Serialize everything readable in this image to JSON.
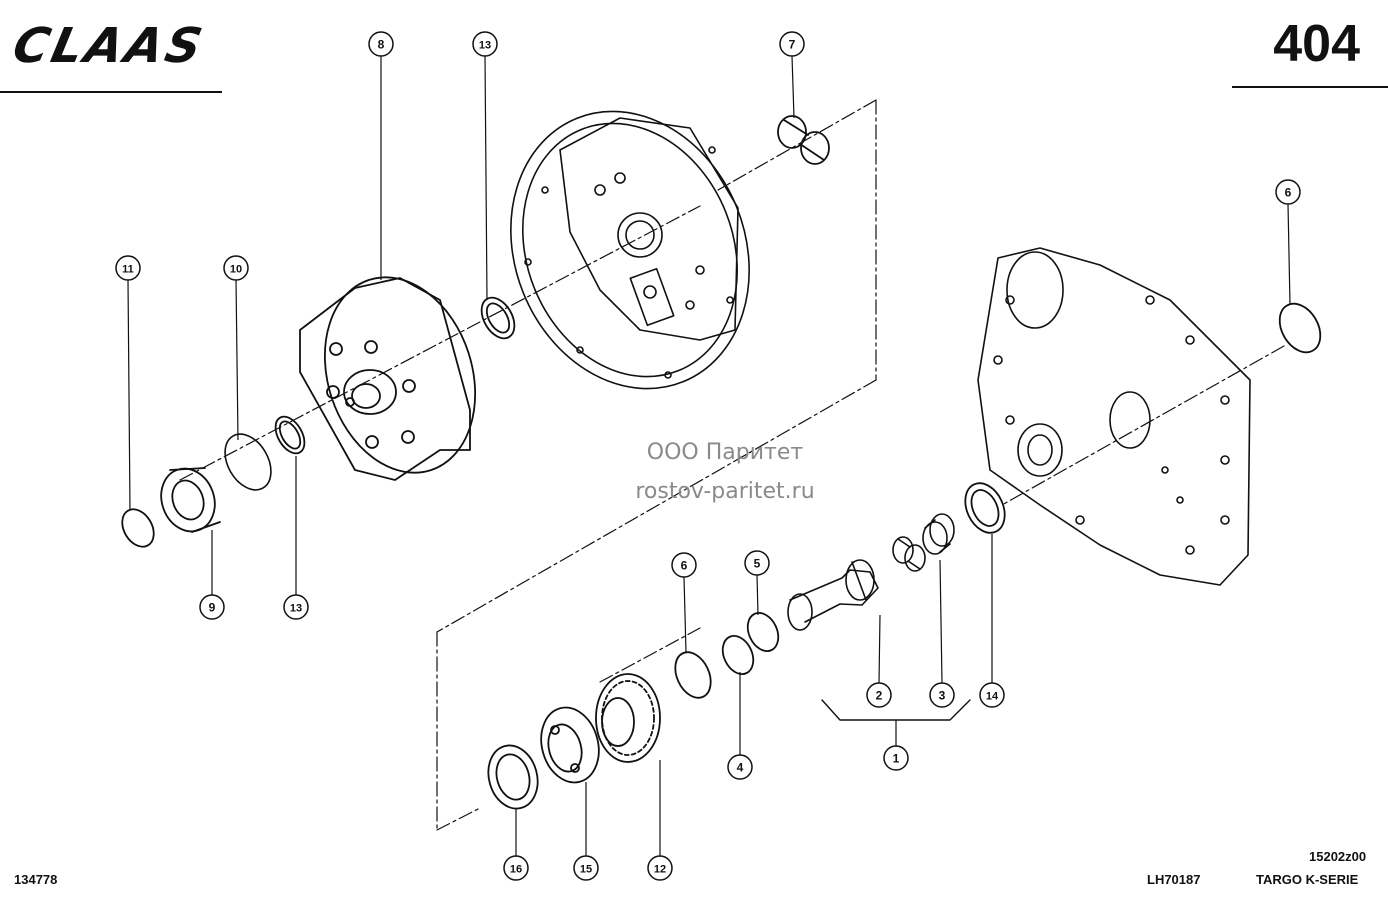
{
  "brand": "CLAAS",
  "page_number": "404",
  "watermark": {
    "company": "ООО Паритет",
    "website": "rostov-paritet.ru"
  },
  "footer": {
    "left_code": "134778",
    "middle_code": "LH70187",
    "drawing_code": "15202z00",
    "series": "TARGO K-SERIE"
  },
  "callouts": [
    {
      "id": "c1",
      "label": "1"
    },
    {
      "id": "c2",
      "label": "2"
    },
    {
      "id": "c3",
      "label": "3"
    },
    {
      "id": "c4",
      "label": "4"
    },
    {
      "id": "c5",
      "label": "5"
    },
    {
      "id": "c6a",
      "label": "6"
    },
    {
      "id": "c6b",
      "label": "6"
    },
    {
      "id": "c7",
      "label": "7"
    },
    {
      "id": "c8",
      "label": "8"
    },
    {
      "id": "c9",
      "label": "9"
    },
    {
      "id": "c10",
      "label": "10"
    },
    {
      "id": "c11",
      "label": "11"
    },
    {
      "id": "c12",
      "label": "12"
    },
    {
      "id": "c13a",
      "label": "13"
    },
    {
      "id": "c13b",
      "label": "13"
    },
    {
      "id": "c14",
      "label": "14"
    },
    {
      "id": "c15",
      "label": "15"
    },
    {
      "id": "c16",
      "label": "16"
    }
  ],
  "colors": {
    "ink": "#111111",
    "watermark": "#8a8a8a"
  }
}
